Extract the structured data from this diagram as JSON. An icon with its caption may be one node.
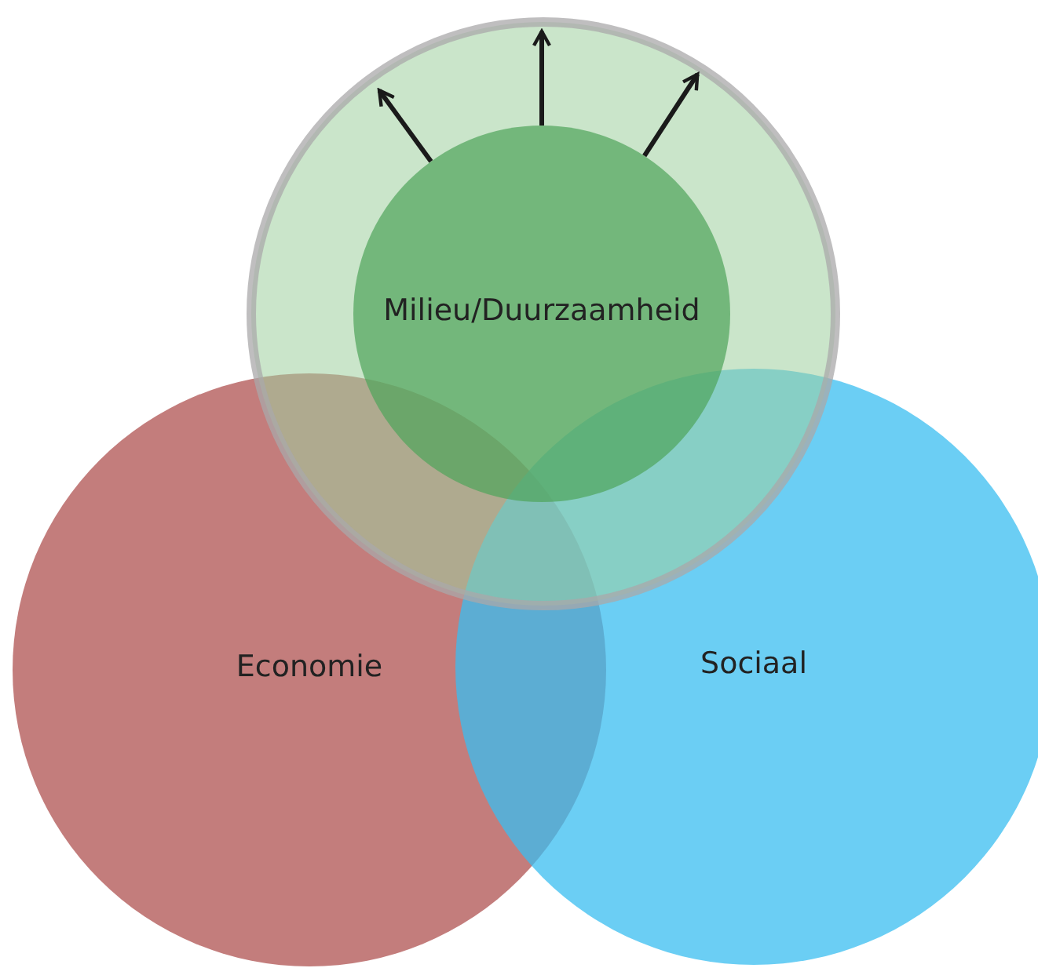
{
  "diagram": {
    "nodes": [
      {
        "text": [],
        "shape": "circle"
      },
      {
        "text": [
          "Milieu/Duurzaamheid"
        ],
        "in": 0
      },
      {
        "text": [
          "Economie"
        ]
      },
      {
        "text": [
          "Sociaal"
        ]
      }
    ],
    "edges": [
      {
        "from": 1,
        "to": null,
        "arrow": "to"
      },
      {
        "from": 1,
        "to": null,
        "arrow": "to"
      },
      {
        "from": 1,
        "to": null,
        "arrow": "to"
      }
    ]
  }
}
